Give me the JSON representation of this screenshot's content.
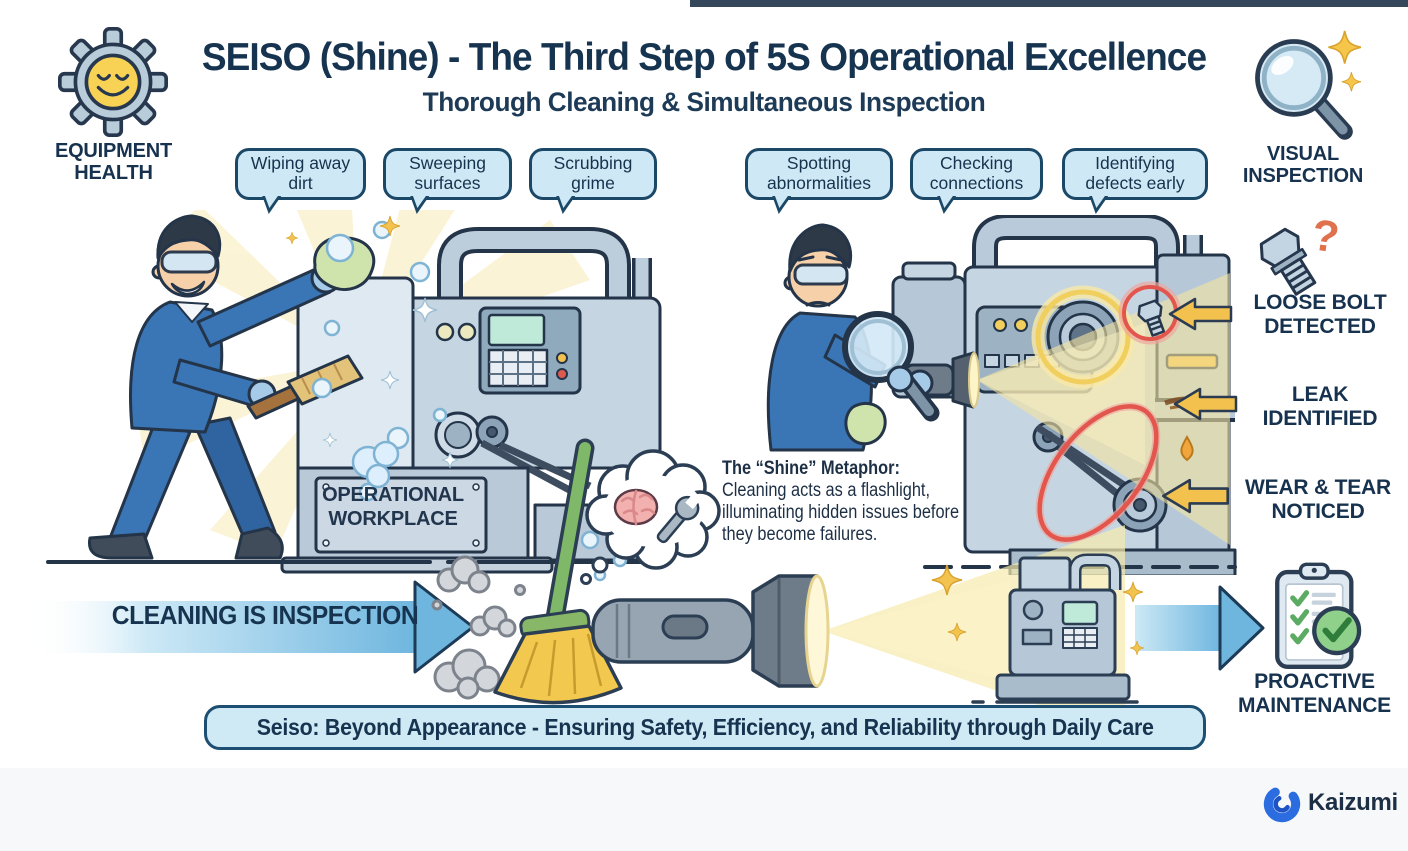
{
  "header": {
    "title": "SEISO (Shine) - The Third Step of 5S Operational Excellence",
    "subtitle": "Thorough Cleaning & Simultaneous Inspection"
  },
  "corner_badges": {
    "equipment_health": "EQUIPMENT HEALTH",
    "visual_inspection": "VISUAL INSPECTION"
  },
  "cleaning_bubbles": [
    {
      "label": "Wiping away dirt"
    },
    {
      "label": "Sweeping surfaces"
    },
    {
      "label": "Scrubbing grime"
    }
  ],
  "inspection_bubbles": [
    {
      "label": "Spotting abnormalities"
    },
    {
      "label": "Checking connections"
    },
    {
      "label": "Identifying defects early"
    }
  ],
  "left_scene": {
    "machine_plate": "OPERATIONAL WORKPLACE"
  },
  "inspection_findings": {
    "question_mark": "?",
    "items": [
      {
        "label": "LOOSE BOLT DETECTED"
      },
      {
        "label": "LEAK IDENTIFIED"
      },
      {
        "label": "WEAR & TEAR NOTICED"
      }
    ]
  },
  "metaphor": {
    "title": "The “Shine” Metaphor:",
    "body": "Cleaning acts as a flashlight, illuminating hidden issues before they become failures."
  },
  "flow": {
    "cleaning_arrow_label": "CLEANING IS INSPECTION",
    "proactive_label": "PROACTIVE MAINTENANCE"
  },
  "banner": {
    "text": "Seiso: Beyond Appearance - Ensuring Safety, Efficiency, and Reliability through Daily Care"
  },
  "footer": {
    "brand": "Kaizumi"
  },
  "colors": {
    "navy_text": "#17334E",
    "bubble_fill": "#CFE8F6",
    "bubble_border": "#1C4868",
    "arrow_yellow": "#F2C14E",
    "alert_red": "#DD5A4F",
    "flow_arrow_blue": "#6FB6DF",
    "beam_yellow": "#F6E9A9",
    "success_green": "#7CC57E",
    "brand_blue": "#2B6CE0"
  }
}
